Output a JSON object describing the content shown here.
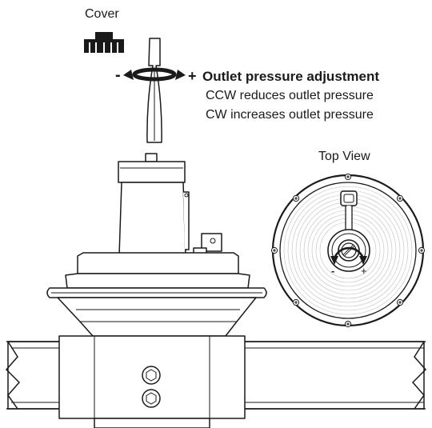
{
  "labels": {
    "cover": "Cover",
    "minus": "-",
    "plus": "+",
    "title": "Outlet pressure adjustment",
    "line1": "CCW reduces outlet pressure",
    "line2": "CW increases outlet pressure",
    "top_view": "Top View",
    "dial_minus": "-",
    "dial_plus": "+"
  },
  "colors": {
    "ink": "#1a1a1a",
    "background": "#ffffff"
  }
}
